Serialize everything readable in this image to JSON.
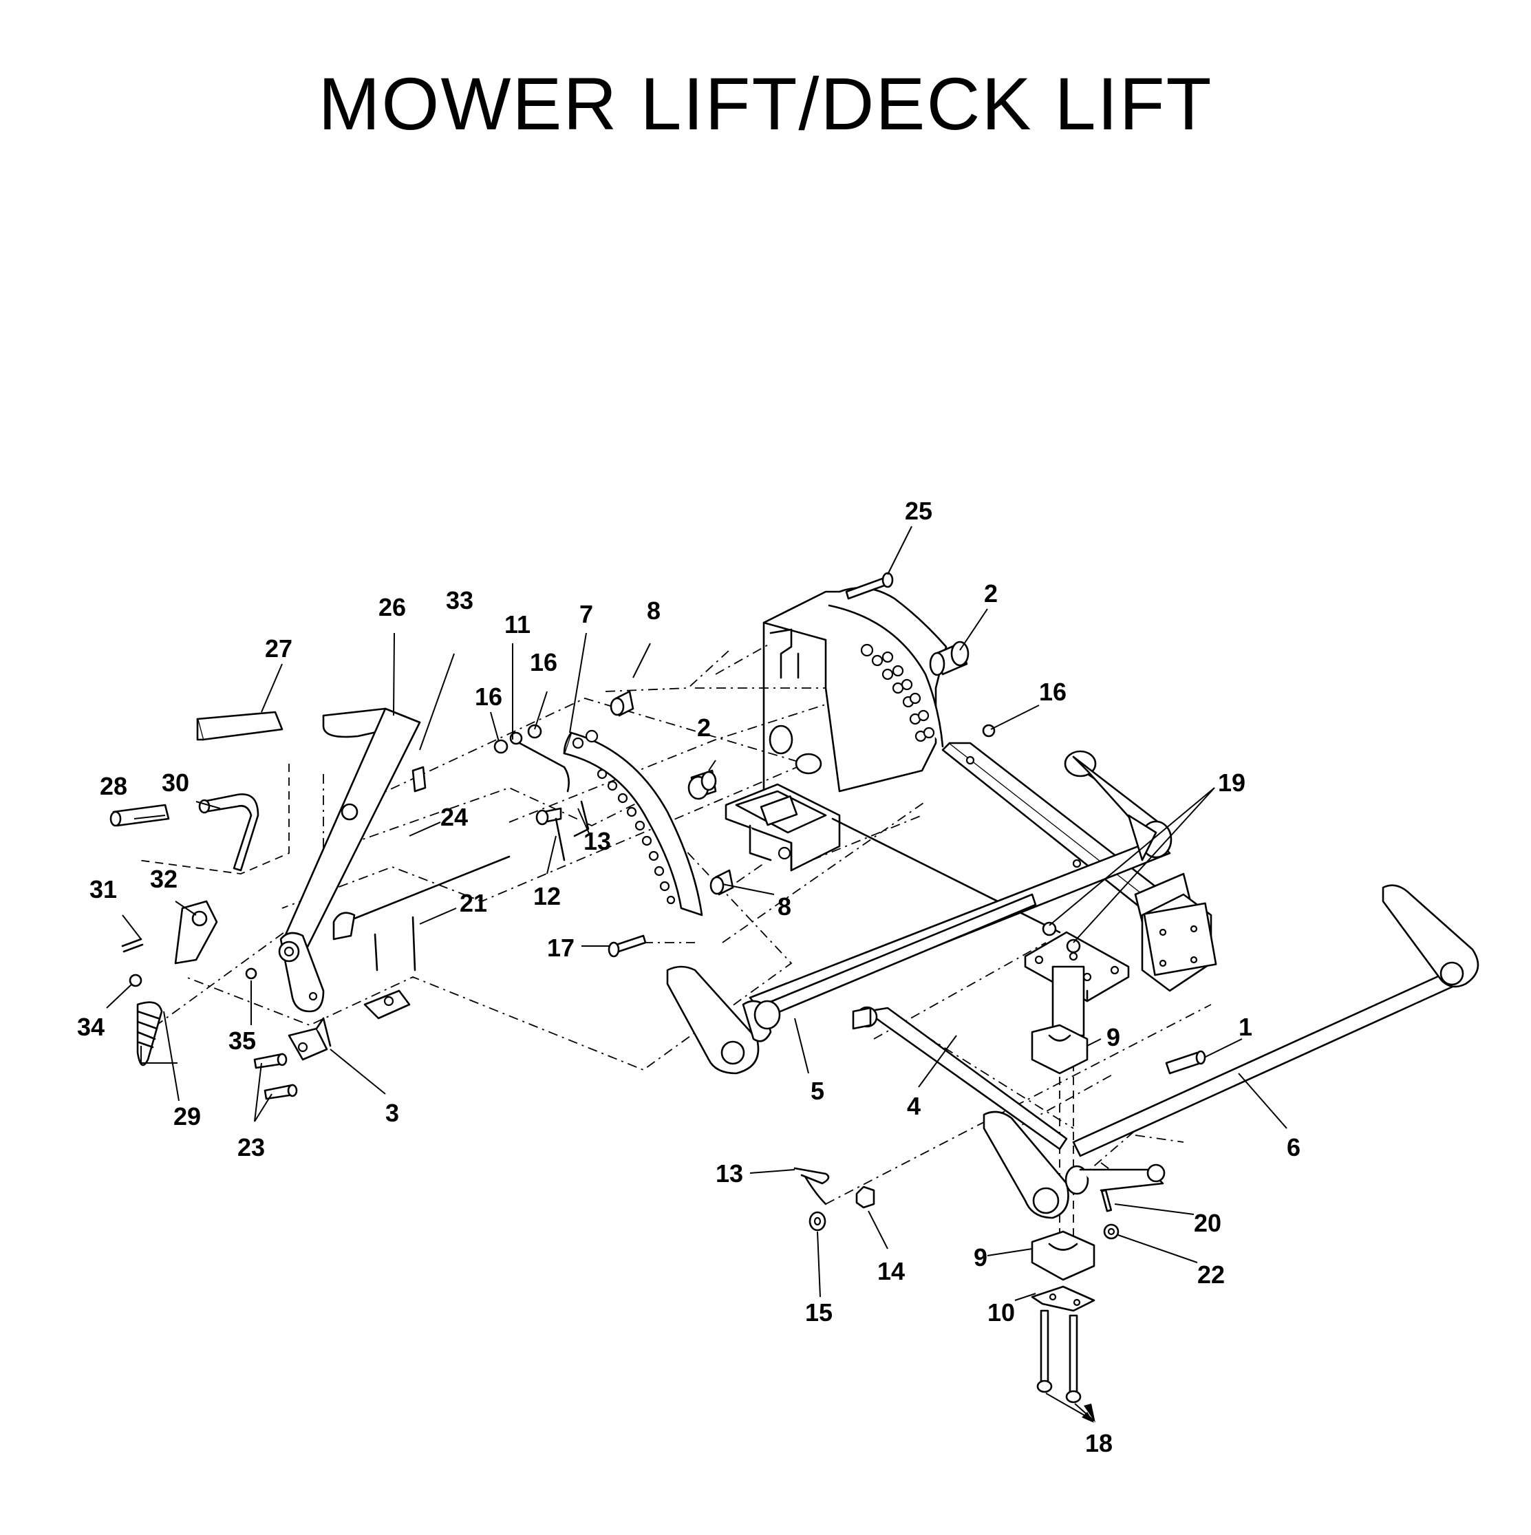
{
  "title": "MOWER LIFT/DECK LIFT",
  "callouts": [
    {
      "id": "c25",
      "label": "25"
    },
    {
      "id": "c2a",
      "label": "2"
    },
    {
      "id": "c26",
      "label": "26"
    },
    {
      "id": "c33",
      "label": "33"
    },
    {
      "id": "c11",
      "label": "11"
    },
    {
      "id": "c7",
      "label": "7"
    },
    {
      "id": "c8a",
      "label": "8"
    },
    {
      "id": "c27",
      "label": "27"
    },
    {
      "id": "c16a",
      "label": "16"
    },
    {
      "id": "c16b",
      "label": "16"
    },
    {
      "id": "c2b",
      "label": "2"
    },
    {
      "id": "c16c",
      "label": "16"
    },
    {
      "id": "c28",
      "label": "28"
    },
    {
      "id": "c30",
      "label": "30"
    },
    {
      "id": "c24",
      "label": "24"
    },
    {
      "id": "c13a",
      "label": "13"
    },
    {
      "id": "c19",
      "label": "19"
    },
    {
      "id": "c31",
      "label": "31"
    },
    {
      "id": "c32",
      "label": "32"
    },
    {
      "id": "c12",
      "label": "12"
    },
    {
      "id": "c21",
      "label": "21"
    },
    {
      "id": "c8b",
      "label": "8"
    },
    {
      "id": "c17",
      "label": "17"
    },
    {
      "id": "c34",
      "label": "34"
    },
    {
      "id": "c35",
      "label": "35"
    },
    {
      "id": "c9a",
      "label": "9"
    },
    {
      "id": "c1",
      "label": "1"
    },
    {
      "id": "c29",
      "label": "29"
    },
    {
      "id": "c3",
      "label": "3"
    },
    {
      "id": "c5",
      "label": "5"
    },
    {
      "id": "c4",
      "label": "4"
    },
    {
      "id": "c23",
      "label": "23"
    },
    {
      "id": "c6",
      "label": "6"
    },
    {
      "id": "c13b",
      "label": "13"
    },
    {
      "id": "c20",
      "label": "20"
    },
    {
      "id": "c9b",
      "label": "9"
    },
    {
      "id": "c22",
      "label": "22"
    },
    {
      "id": "c14",
      "label": "14"
    },
    {
      "id": "c15",
      "label": "15"
    },
    {
      "id": "c10",
      "label": "10"
    },
    {
      "id": "c18",
      "label": "18"
    }
  ]
}
